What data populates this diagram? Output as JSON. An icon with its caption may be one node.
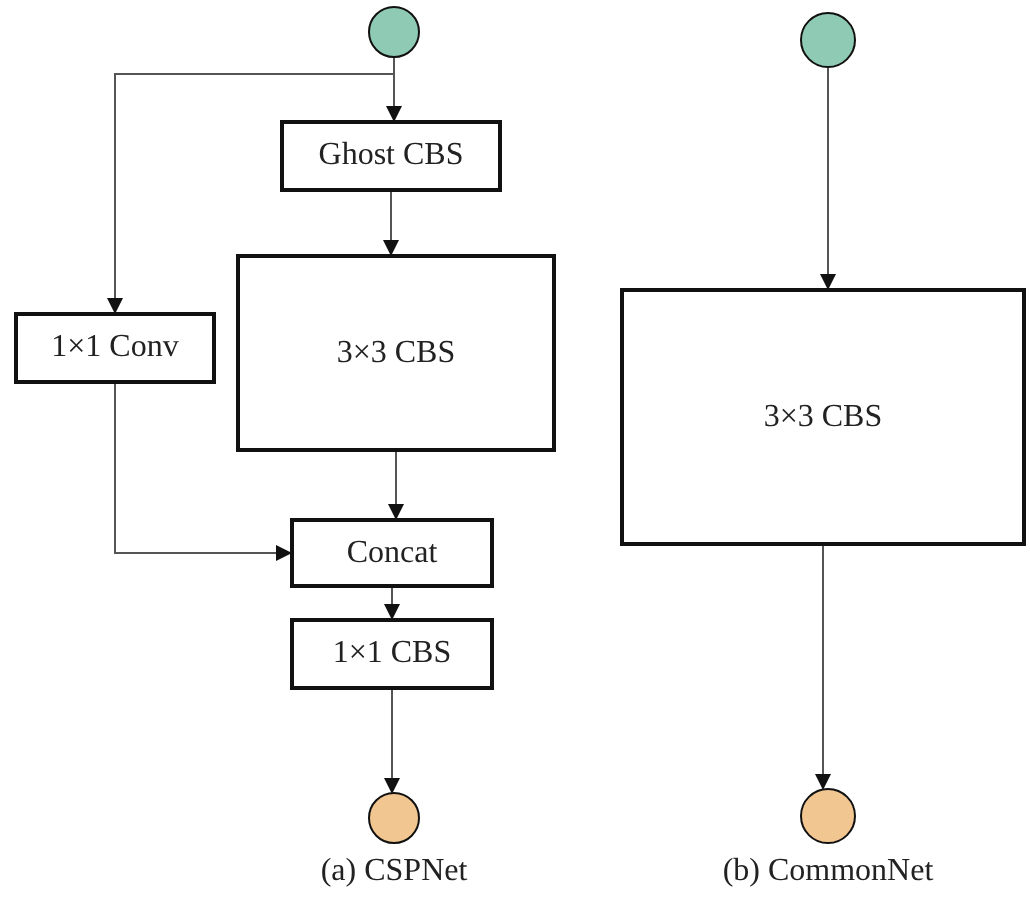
{
  "diagram": {
    "nodes": [
      {
        "text": [],
        "shape": "circle"
      },
      {
        "text": [
          "Ghost CBS"
        ]
      },
      {
        "text": [
          "3×3 CBS"
        ]
      },
      {
        "text": [
          "1×1 Conv"
        ]
      },
      {
        "text": [
          "Concat"
        ]
      },
      {
        "text": [
          "1×1 CBS"
        ]
      },
      {
        "text": [],
        "shape": "circle"
      },
      {
        "text": [],
        "shape": "circle"
      },
      {
        "text": [
          "3×3 CBS"
        ]
      },
      {
        "text": [],
        "shape": "circle"
      }
    ],
    "edges": [
      {
        "from": 0,
        "to": 1,
        "arrow": "to"
      },
      {
        "from": 0,
        "to": 3,
        "arrow": "to"
      },
      {
        "from": 1,
        "to": 2,
        "arrow": "to"
      },
      {
        "from": 2,
        "to": 4,
        "arrow": "to"
      },
      {
        "from": 3,
        "to": 4,
        "arrow": "to"
      },
      {
        "from": 4,
        "to": 5,
        "arrow": "to"
      },
      {
        "from": 5,
        "to": 6,
        "arrow": "to"
      },
      {
        "from": 7,
        "to": 8,
        "arrow": "to"
      },
      {
        "from": 8,
        "to": 9,
        "arrow": "to"
      }
    ],
    "labels": [
      "(a) CSPNet",
      "(b) CommonNet"
    ]
  }
}
